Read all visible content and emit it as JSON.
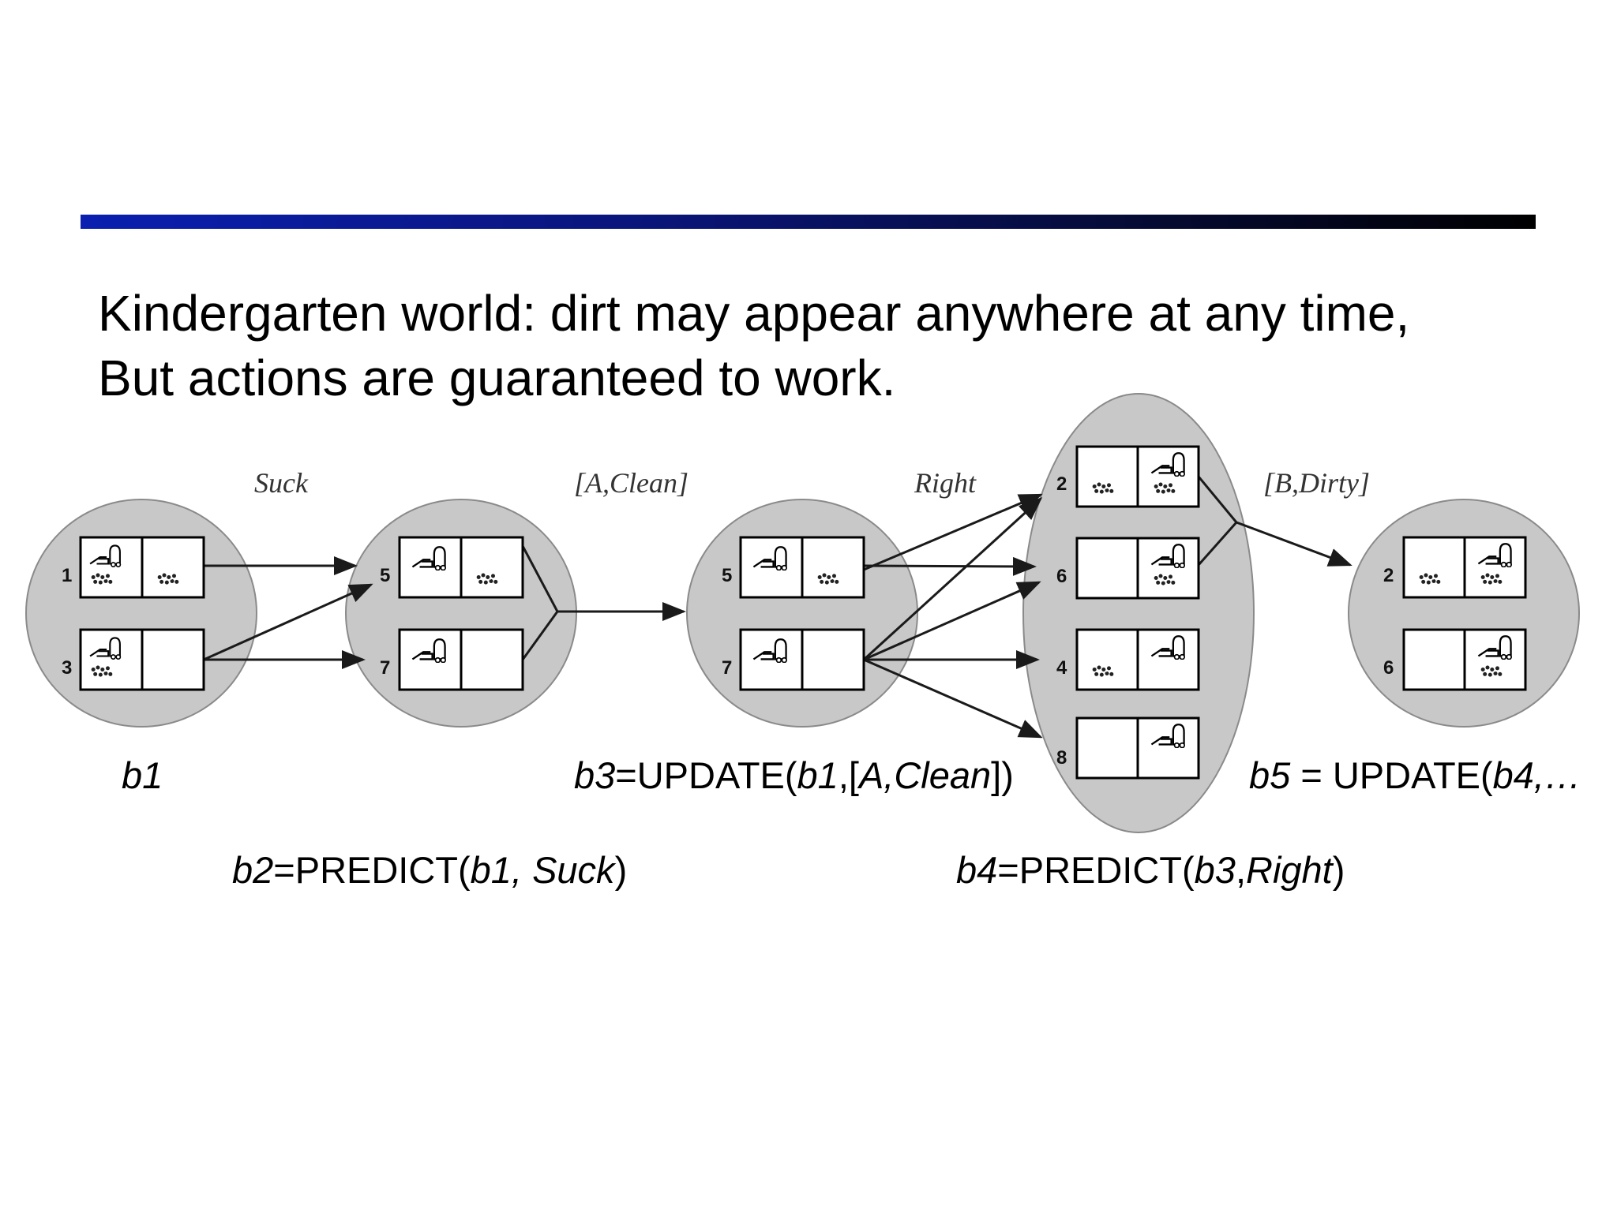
{
  "slide": {
    "heading_line1": "Kindergarten world: dirt may appear anywhere at any time,",
    "heading_line2": "But actions are guaranteed to work."
  },
  "diagram": {
    "action_labels": {
      "suck": "Suck",
      "a_clean": "[A,Clean]",
      "right": "Right",
      "b_dirty": "[B,Dirty]"
    },
    "belief_states": {
      "b1": [
        "1",
        "3"
      ],
      "b2": [
        "5",
        "7"
      ],
      "b3": [
        "5",
        "7"
      ],
      "b4": [
        "2",
        "6",
        "4",
        "8"
      ],
      "b5": [
        "2",
        "6"
      ]
    },
    "colors": {
      "ellipse_fill": "#c8c8c8",
      "ellipse_stroke": "#8a8a8a",
      "line": "#1a1a1a"
    },
    "icons": [
      "vacuum-icon",
      "dirt-icon"
    ]
  },
  "formulas": {
    "b1": {
      "name": "b1"
    },
    "b2": {
      "name": "b2",
      "eq": "=PREDICT(",
      "arg1": "b1, Suck",
      "close": ")"
    },
    "b3": {
      "name": "b3",
      "eq": "=UPDATE(",
      "arg1": "b1",
      "sep": ",[",
      "arg2": "A,Clean",
      "close": "])"
    },
    "b4": {
      "name": "b4",
      "eq": "=PREDICT(",
      "arg1": "b3",
      "sep": ",",
      "arg2": "Right",
      "close": ")"
    },
    "b5": {
      "name": "b5",
      "eq": " = UPDATE(",
      "arg1": "b4,…"
    }
  }
}
